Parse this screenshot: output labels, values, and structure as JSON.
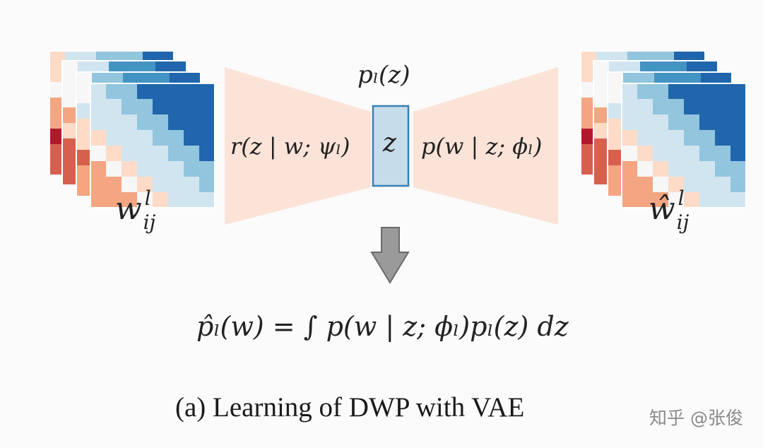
{
  "diagram": {
    "input_weights_label": "w",
    "input_weights_sub": "ij",
    "input_weights_sup": "l",
    "output_weights_label": "ŵ",
    "output_weights_sub": "ij",
    "output_weights_sup": "l",
    "prior_label": "pₗ(z)",
    "latent_label": "z",
    "encoder_label": "r(z | w; ψₗ)",
    "decoder_label": "p(w | z; ϕₗ)",
    "marginal_formula": "p̂ₗ(w) = ∫ p(w | z; ϕₗ)pₗ(z) dz",
    "caption": "(a) Learning of DWP with VAE",
    "watermark": "知乎 @张俊"
  },
  "colors": {
    "background": "#fbfbfb",
    "trapezoid_fill": "#fbe2d6",
    "latent_fill": "#c7dcea",
    "latent_border": "#3a7fb0",
    "arrow_fill": "#9a9a9a",
    "arrow_stroke": "#6b6b6b"
  }
}
